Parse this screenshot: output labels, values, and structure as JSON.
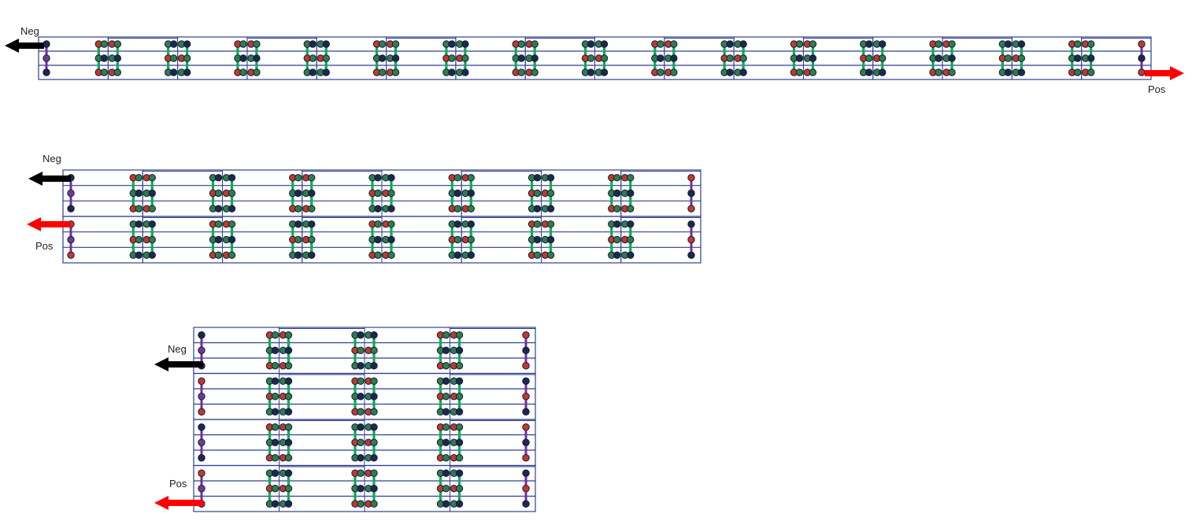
{
  "labels": {
    "negative": "Neg",
    "positive": "Pos"
  },
  "colors": {
    "module_border": "#2f3f8f",
    "series_link": "#00b050",
    "end_bus": "#7030a0",
    "neg_arrow": "#000000",
    "pos_arrow": "#ff0000",
    "terminal_green": "#2e7d4f",
    "terminal_red": "#c0392b",
    "terminal_dark": "#1a2a4f",
    "terminal_purple": "#6a3d9a"
  },
  "layouts": [
    {
      "name": "1 row x 16 modules",
      "module_rows": 1,
      "modules_per_row": 16,
      "cells_per_module": 3
    },
    {
      "name": "2 rows x 8 modules",
      "module_rows": 2,
      "modules_per_row": 8,
      "cells_per_module": 3
    },
    {
      "name": "4 rows x 4 modules",
      "module_rows": 4,
      "modules_per_row": 4,
      "cells_per_module": 3
    }
  ]
}
